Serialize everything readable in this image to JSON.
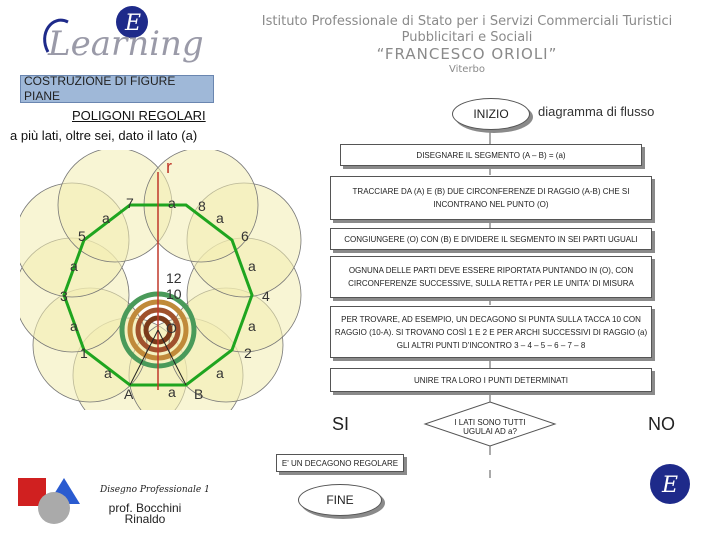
{
  "header": {
    "logo_text": "Learning",
    "school_line1": "Istituto Professionale di Stato per i Servizi Commerciali Turistici Pubblicitari e Sociali",
    "school_line2": "“FRANCESCO ORIOLI”",
    "school_line3": "Viterbo"
  },
  "title": {
    "line1": "COSTRUZIONE DI FIGURE PIANE",
    "line2": "POLIGONI REGOLARI",
    "line3": "a più lati, oltre sei, dato il lato (a)"
  },
  "figure": {
    "r_label": "r",
    "labels": [
      "7",
      "a",
      "8",
      "a",
      "a",
      "5",
      "6",
      "a",
      "a",
      "12",
      "10",
      "3",
      "4",
      "a",
      "a",
      "O",
      "1",
      "2",
      "a",
      "a",
      "A",
      "a",
      "B"
    ]
  },
  "flow": {
    "title": "diagramma di flusso",
    "start": "INIZIO",
    "steps": [
      "DISEGNARE IL SEGMENTO (A – B) = (a)",
      "TRACCIARE DA (A) E (B) DUE CIRCONFERENZE DI RAGGIO (A-B) CHE SI INCONTRANO NEL PUNTO (O)",
      "CONGIUNGERE (O) CON (B) E DIVIDERE IL SEGMENTO IN SEI PARTI UGUALI",
      "OGNUNA DELLE PARTI DEVE ESSERE RIPORTATA PUNTANDO IN (O), CON CIRCONFERENZE SUCCESSIVE, SULLA RETTA r PER LE UNITA' DI MISURA",
      "PER TROVARE, AD ESEMPIO, UN DECAGONO SI PUNTA SULLA TACCA 10 CON RAGGIO (10-A). SI TROVANO COSÌ 1 E 2 E PER ARCHI SUCCESSIVI DI RAGGIO (a) GLI ALTRI PUNTI D'INCONTRO 3 – 4 – 5 – 6 – 7 – 8",
      "UNIRE TRA LORO I PUNTI DETERMINATI"
    ],
    "decision": "I LATI SONO TUTTI UGULAI AD a?",
    "yes": "SI",
    "no": "NO",
    "result": "E' UN DECAGONO REGOLARE",
    "end": "FINE"
  },
  "footer": {
    "line1": "Disegno Professionale 1",
    "line2": "prof. Bocchini Rinaldo"
  },
  "colors": {
    "polygon": "#1fa51f",
    "circle_fill": "#f3ecb0",
    "title_box": "#9fb8d8",
    "logo_blue": "#1e2a8a"
  }
}
